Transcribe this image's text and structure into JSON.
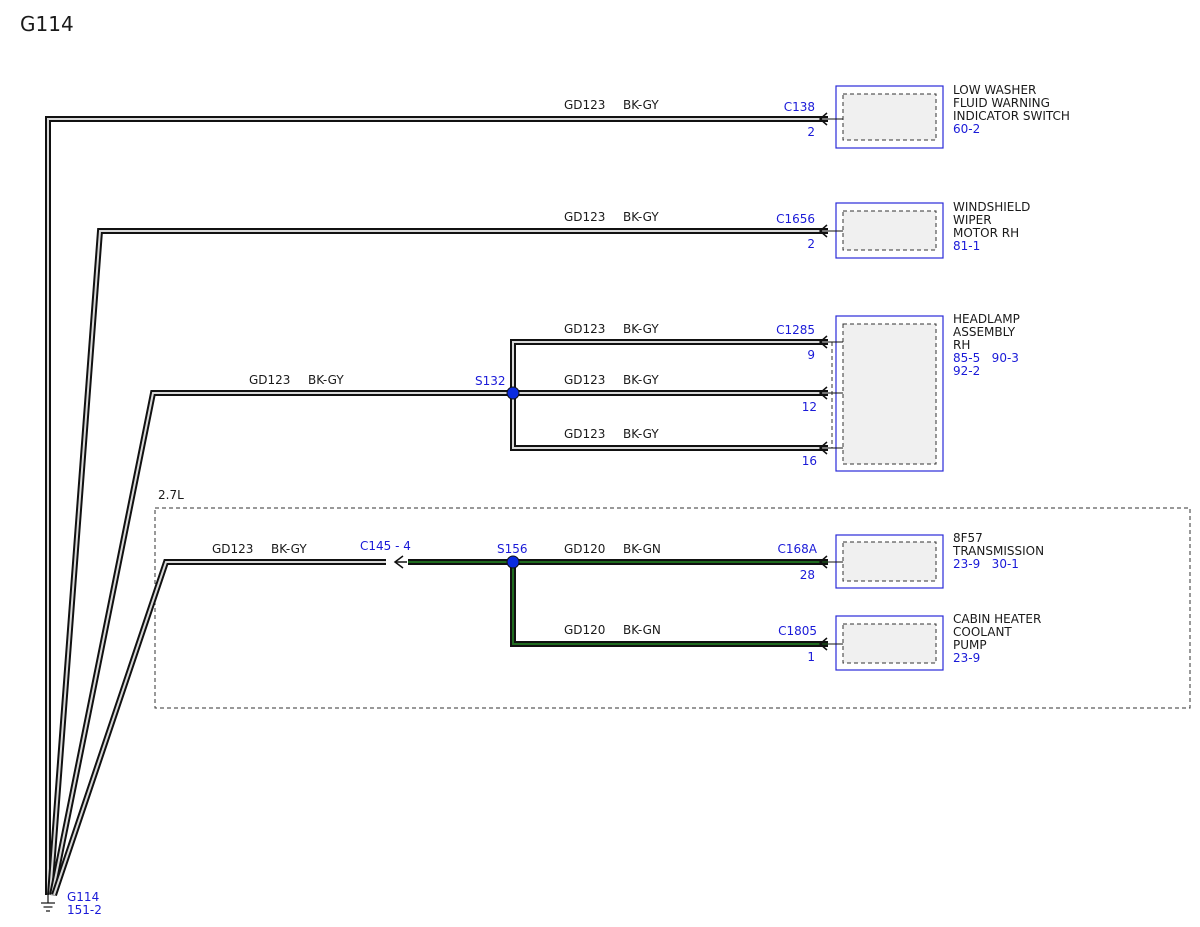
{
  "title": "G114",
  "colors": {
    "wire_outline": "#111111",
    "wire_bk_gy": "#d9d9d9",
    "wire_bk_gn": "#1f6b1f",
    "label_blue": "#1a1ad8",
    "component_border": "#2a2ad8",
    "splice_fill": "#0a2be0"
  },
  "ground": {
    "id": "G114",
    "ref": "151-2"
  },
  "option_group": {
    "label": "2.7L"
  },
  "components": [
    {
      "lines": [
        "LOW WASHER",
        "FLUID WARNING",
        "INDICATOR SWITCH"
      ],
      "refs": [
        "60-2"
      ]
    },
    {
      "lines": [
        "WINDSHIELD",
        "WIPER",
        "MOTOR RH"
      ],
      "refs": [
        "81-1"
      ]
    },
    {
      "lines": [
        "HEADLAMP",
        "ASSEMBLY",
        "RH"
      ],
      "refs": [
        "85-5   90-3",
        "92-2"
      ]
    },
    {
      "lines": [
        "8F57",
        "TRANSMISSION"
      ],
      "refs": [
        "23-9   30-1"
      ]
    },
    {
      "lines": [
        "CABIN HEATER",
        "COOLANT",
        "PUMP"
      ],
      "refs": [
        "23-9"
      ]
    }
  ],
  "connectors": [
    {
      "id": "C138",
      "pin": "2"
    },
    {
      "id": "C1656",
      "pin": "2"
    },
    {
      "id": "C1285",
      "pin": "9"
    },
    {
      "id": "",
      "pin": "12"
    },
    {
      "id": "",
      "pin": "16"
    },
    {
      "id": "C168A",
      "pin": "28"
    },
    {
      "id": "C1805",
      "pin": "1"
    }
  ],
  "inline_connector": {
    "label": "C145  - 4"
  },
  "splices": [
    {
      "id": "S132"
    },
    {
      "id": "S156"
    }
  ],
  "wire_labels": [
    {
      "circuit": "GD123",
      "color": "BK-GY"
    },
    {
      "circuit": "GD123",
      "color": "BK-GY"
    },
    {
      "circuit": "GD123",
      "color": "BK-GY"
    },
    {
      "circuit": "GD123",
      "color": "BK-GY"
    },
    {
      "circuit": "GD123",
      "color": "BK-GY"
    },
    {
      "circuit": "GD123",
      "color": "BK-GY"
    },
    {
      "circuit": "GD123",
      "color": "BK-GY"
    },
    {
      "circuit": "GD120",
      "color": "BK-GN"
    },
    {
      "circuit": "GD120",
      "color": "BK-GN"
    }
  ]
}
